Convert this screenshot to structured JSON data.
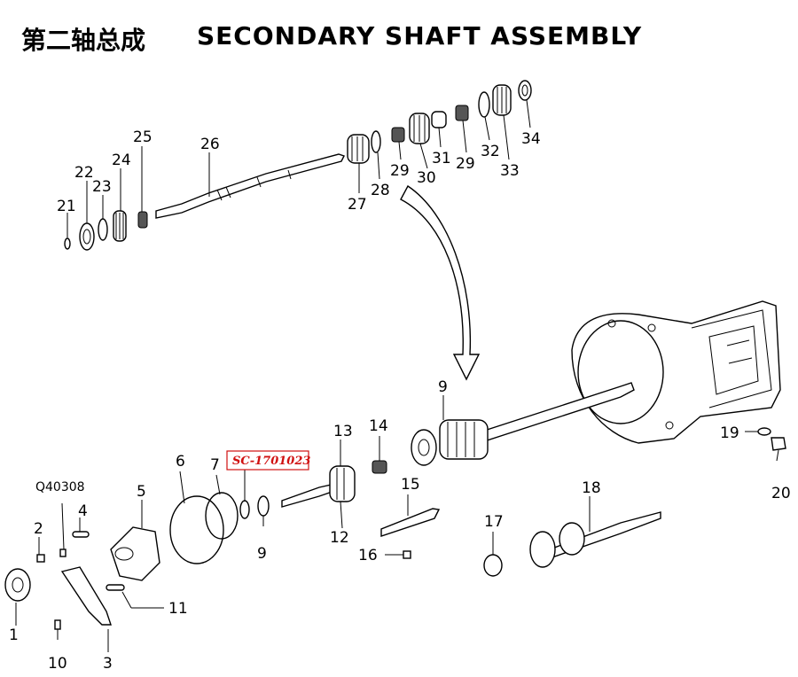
{
  "title": {
    "chinese": "第二轴总成",
    "english": "SECONDARY SHAFT ASSEMBLY"
  },
  "highlight_code": "SC-1701023",
  "side_code": "Q40308",
  "labels": [
    {
      "id": "1",
      "text": "1"
    },
    {
      "id": "2",
      "text": "2"
    },
    {
      "id": "3",
      "text": "3"
    },
    {
      "id": "4",
      "text": "4"
    },
    {
      "id": "5",
      "text": "5"
    },
    {
      "id": "6",
      "text": "6"
    },
    {
      "id": "7",
      "text": "7"
    },
    {
      "id": "9a",
      "text": "9"
    },
    {
      "id": "9b",
      "text": "9"
    },
    {
      "id": "10",
      "text": "10"
    },
    {
      "id": "11",
      "text": "11"
    },
    {
      "id": "12",
      "text": "12"
    },
    {
      "id": "13",
      "text": "13"
    },
    {
      "id": "14",
      "text": "14"
    },
    {
      "id": "15",
      "text": "15"
    },
    {
      "id": "16",
      "text": "16"
    },
    {
      "id": "17",
      "text": "17"
    },
    {
      "id": "18",
      "text": "18"
    },
    {
      "id": "19",
      "text": "19"
    },
    {
      "id": "20",
      "text": "20"
    },
    {
      "id": "21",
      "text": "21"
    },
    {
      "id": "22",
      "text": "22"
    },
    {
      "id": "23",
      "text": "23"
    },
    {
      "id": "24",
      "text": "24"
    },
    {
      "id": "25",
      "text": "25"
    },
    {
      "id": "26",
      "text": "26"
    },
    {
      "id": "27",
      "text": "27"
    },
    {
      "id": "28",
      "text": "28"
    },
    {
      "id": "29a",
      "text": "29"
    },
    {
      "id": "29b",
      "text": "29"
    },
    {
      "id": "30",
      "text": "30"
    },
    {
      "id": "31",
      "text": "31"
    },
    {
      "id": "32",
      "text": "32"
    },
    {
      "id": "33",
      "text": "33"
    },
    {
      "id": "34",
      "text": "34"
    }
  ]
}
